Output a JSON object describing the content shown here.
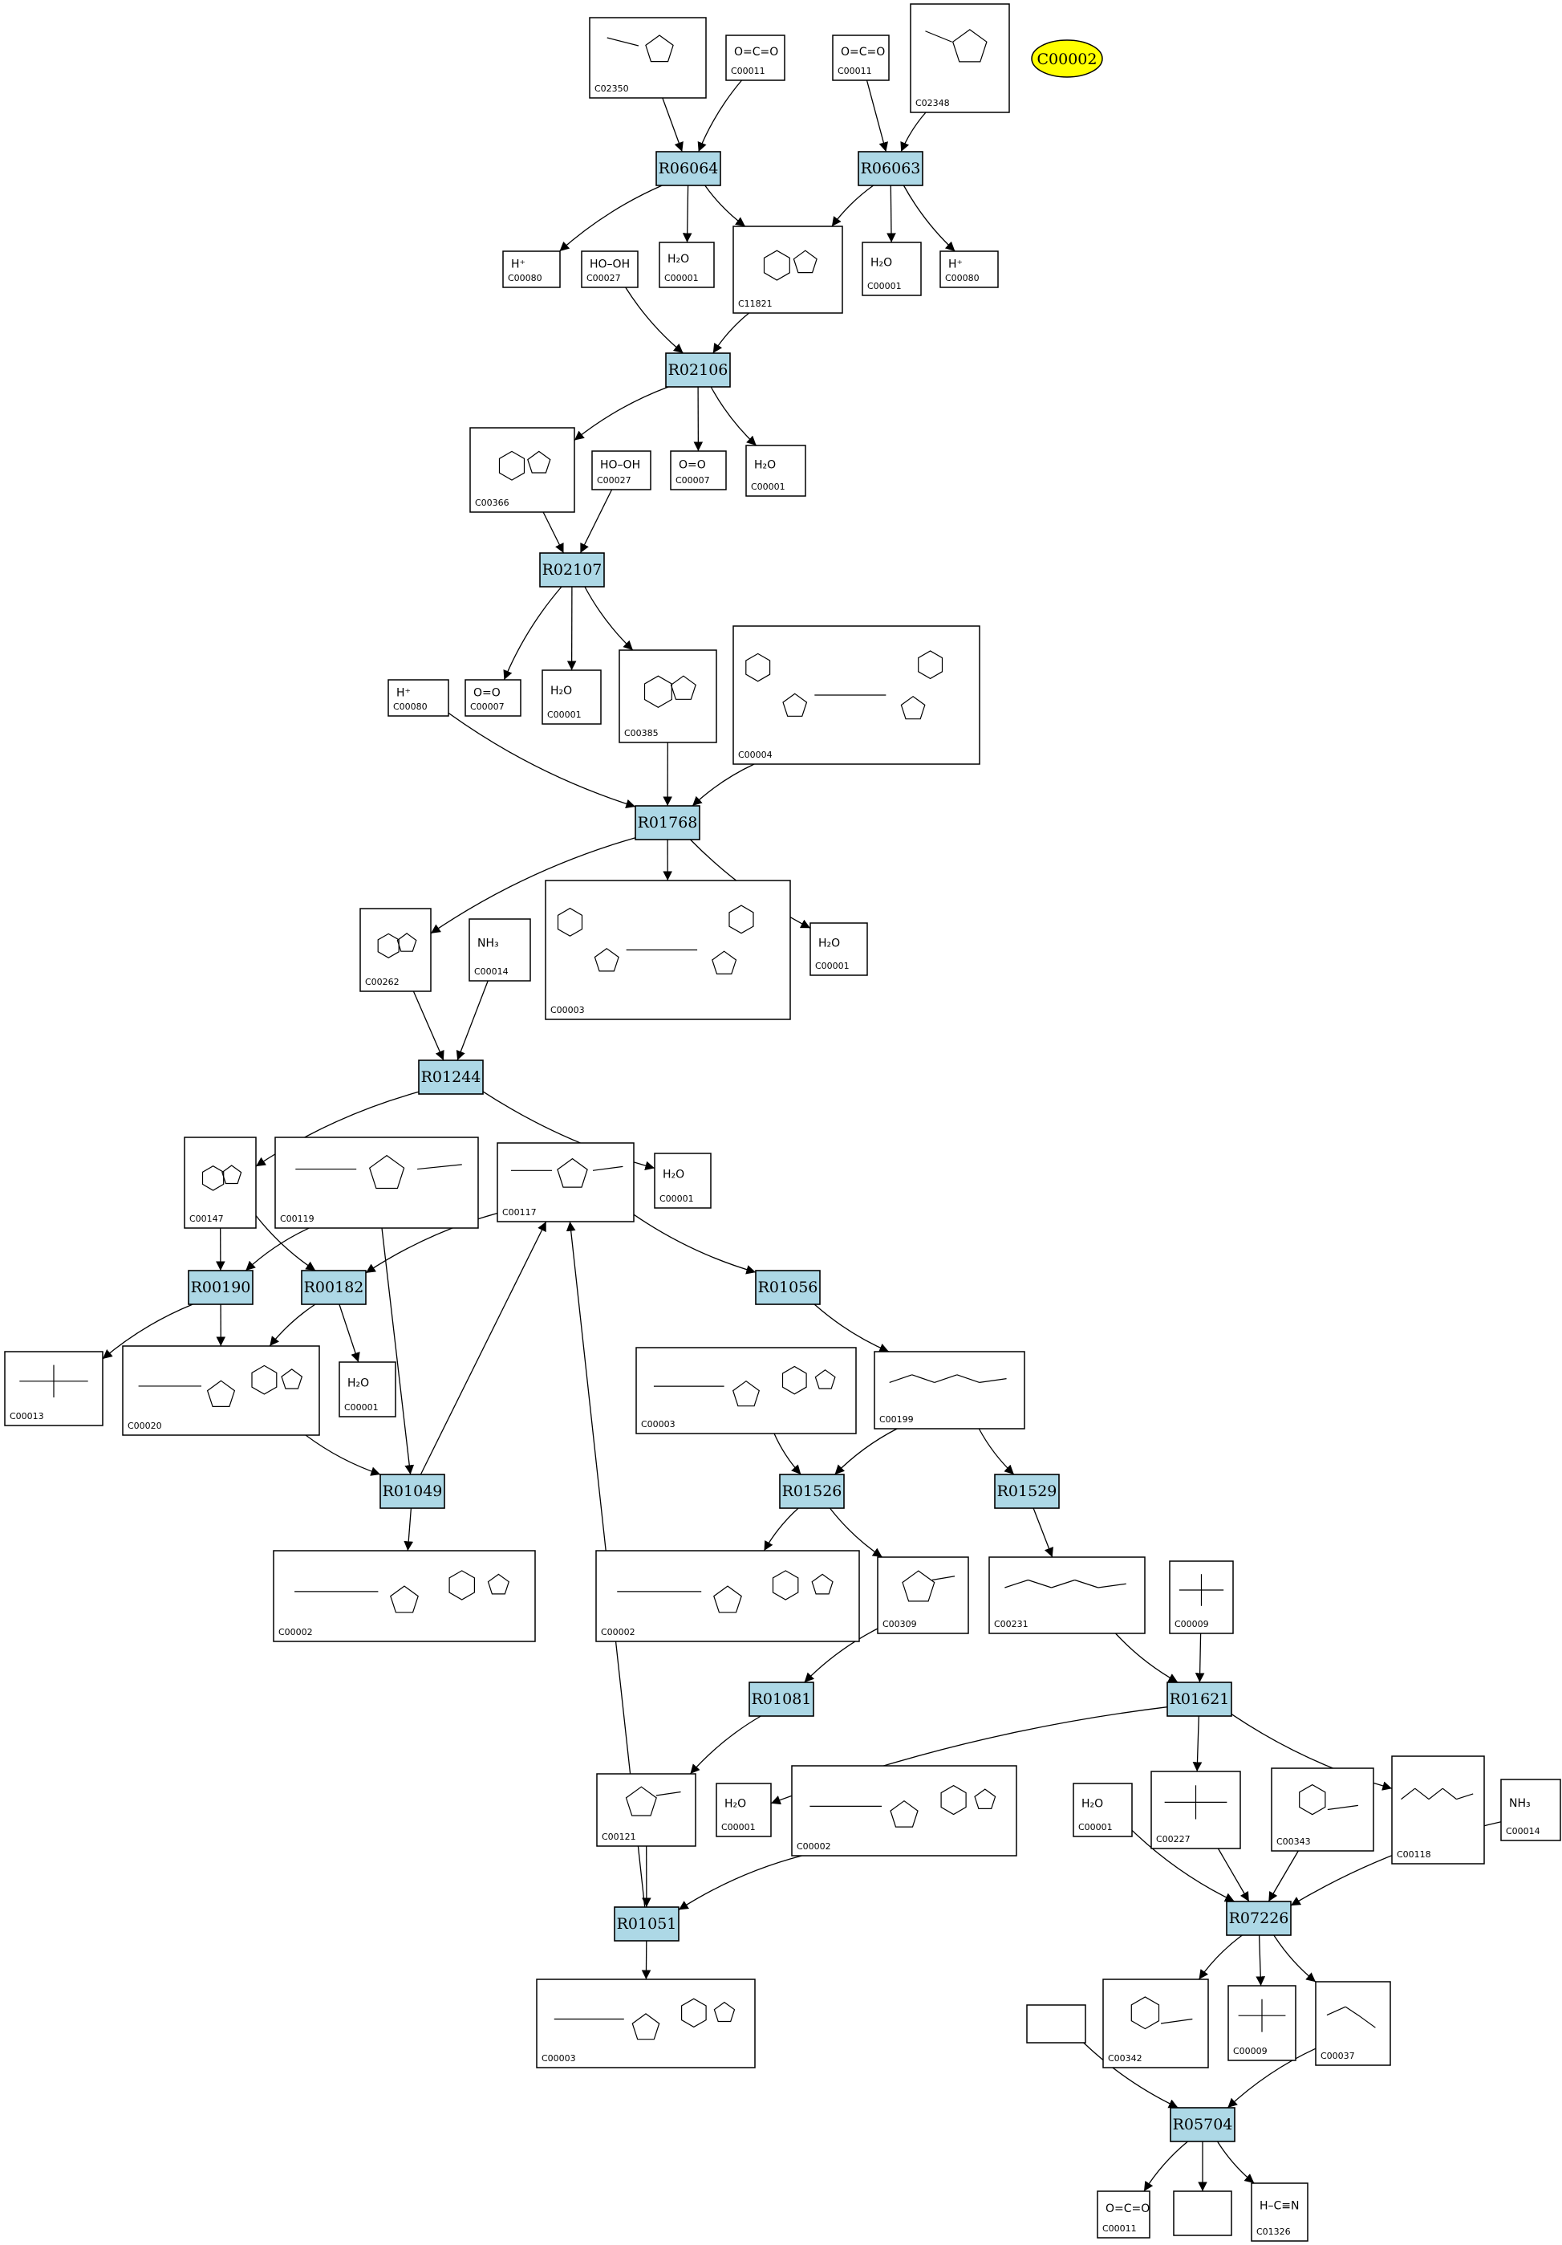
{
  "highlight": {
    "id": "C00002",
    "color": "#ffff00"
  },
  "reaction_color": "#add8e6",
  "reactions": [
    {
      "key": "r06064a",
      "id": "R06064"
    },
    {
      "key": "r06063",
      "id": "R06063"
    },
    {
      "key": "r02106",
      "id": "R02106"
    },
    {
      "key": "r02107",
      "id": "R02107"
    },
    {
      "key": "r01768",
      "id": "R01768"
    },
    {
      "key": "r01244",
      "id": "R01244"
    },
    {
      "key": "r00190",
      "id": "R00190"
    },
    {
      "key": "r00182",
      "id": "R00182"
    },
    {
      "key": "r01056",
      "id": "R01056"
    },
    {
      "key": "r01049",
      "id": "R01049"
    },
    {
      "key": "r01526",
      "id": "R01526"
    },
    {
      "key": "r01529",
      "id": "R01529"
    },
    {
      "key": "r01081",
      "id": "R01081"
    },
    {
      "key": "r01621",
      "id": "R01621"
    },
    {
      "key": "r01051",
      "id": "R01051"
    },
    {
      "key": "r07226",
      "id": "R07226"
    },
    {
      "key": "r05704",
      "id": "R05704"
    }
  ],
  "compounds": [
    {
      "key": "c02350",
      "id": "C02350",
      "structure": "allantoin"
    },
    {
      "key": "c00011a",
      "id": "C00011",
      "formula": "O=C=O"
    },
    {
      "key": "c00011b",
      "id": "C00011",
      "formula": "O=C=O"
    },
    {
      "key": "c02348",
      "id": "C02348",
      "structure": "allantoin"
    },
    {
      "key": "c00080a",
      "id": "C00080",
      "formula": "H⁺"
    },
    {
      "key": "c00027a",
      "id": "C00027",
      "formula": "HO–OH"
    },
    {
      "key": "c00001a",
      "id": "C00001",
      "formula": "H₂O"
    },
    {
      "key": "c11821",
      "id": "C11821",
      "structure": "purine"
    },
    {
      "key": "c00001b",
      "id": "C00001",
      "formula": "H₂O"
    },
    {
      "key": "c00080b",
      "id": "C00080",
      "formula": "H⁺"
    },
    {
      "key": "c00366",
      "id": "C00366",
      "structure": "purine"
    },
    {
      "key": "c00027b",
      "id": "C00027",
      "formula": "HO–OH"
    },
    {
      "key": "c00007a",
      "id": "C00007",
      "formula": "O=O"
    },
    {
      "key": "c00001c",
      "id": "C00001",
      "formula": "H₂O"
    },
    {
      "key": "c00080c",
      "id": "C00080",
      "formula": "H⁺"
    },
    {
      "key": "c00007b",
      "id": "C00007",
      "formula": "O=O"
    },
    {
      "key": "c00001d",
      "id": "C00001",
      "formula": "H₂O"
    },
    {
      "key": "c00385",
      "id": "C00385",
      "structure": "purine"
    },
    {
      "key": "c00004",
      "id": "C00004",
      "structure": "nad"
    },
    {
      "key": "c00262",
      "id": "C00262",
      "structure": "purine"
    },
    {
      "key": "c00014a",
      "id": "C00014",
      "formula": "NH₃"
    },
    {
      "key": "c00003a",
      "id": "C00003",
      "structure": "nad"
    },
    {
      "key": "c00001e",
      "id": "C00001",
      "formula": "H₂O"
    },
    {
      "key": "c00147",
      "id": "C00147",
      "structure": "purine"
    },
    {
      "key": "c00119",
      "id": "C00119",
      "structure": "ribose-phosphate"
    },
    {
      "key": "c00117",
      "id": "C00117",
      "structure": "ribose-phosphate"
    },
    {
      "key": "c00001f",
      "id": "C00001",
      "formula": "H₂O"
    },
    {
      "key": "c00013",
      "id": "C00013",
      "structure": "diphosphate"
    },
    {
      "key": "c00020",
      "id": "C00020",
      "structure": "nucleotide"
    },
    {
      "key": "c00001g",
      "id": "C00001",
      "formula": "H₂O"
    },
    {
      "key": "c00003b",
      "id": "C00003",
      "structure": "nucleotide"
    },
    {
      "key": "c00199",
      "id": "C00199",
      "structure": "sugar-phosphate"
    },
    {
      "key": "c00002a",
      "id": "C00002",
      "structure": "nucleotide"
    },
    {
      "key": "c00002b",
      "id": "C00002",
      "structure": "nucleotide"
    },
    {
      "key": "c00309",
      "id": "C00309",
      "structure": "ribose"
    },
    {
      "key": "c00231",
      "id": "C00231",
      "structure": "sugar-phosphate"
    },
    {
      "key": "c00009a",
      "id": "C00009",
      "structure": "phosphate"
    },
    {
      "key": "c00121",
      "id": "C00121",
      "structure": "ribose"
    },
    {
      "key": "c00001h",
      "id": "C00001",
      "formula": "H₂O"
    },
    {
      "key": "c00002c",
      "id": "C00002",
      "structure": "nucleotide"
    },
    {
      "key": "c00001i",
      "id": "C00001",
      "formula": "H₂O"
    },
    {
      "key": "c00227",
      "id": "C00227",
      "structure": "acetyl-phosphate"
    },
    {
      "key": "c00343",
      "id": "C00343",
      "structure": "thioredoxin"
    },
    {
      "key": "c00118",
      "id": "C00118",
      "structure": "sugar-phosphate"
    },
    {
      "key": "c00014b",
      "id": "C00014",
      "formula": "NH₃"
    },
    {
      "key": "c00003c",
      "id": "C00003",
      "structure": "nucleotide"
    },
    {
      "key": "blank1",
      "id": ""
    },
    {
      "key": "c00342",
      "id": "C00342",
      "structure": "thioredoxin"
    },
    {
      "key": "c00009b",
      "id": "C00009",
      "structure": "phosphate"
    },
    {
      "key": "c00037",
      "id": "C00037",
      "structure": "amino-acid"
    },
    {
      "key": "c00011c",
      "id": "C00011",
      "formula": "O=C=O"
    },
    {
      "key": "blank2",
      "id": ""
    },
    {
      "key": "c01326",
      "id": "C01326",
      "formula": "H–C≡N"
    }
  ],
  "edges": [
    [
      "c02350",
      "r06064a"
    ],
    [
      "c00011a",
      "r06064a"
    ],
    [
      "c00011b",
      "r06063"
    ],
    [
      "c02348",
      "r06063"
    ],
    [
      "r06064a",
      "c00080a"
    ],
    [
      "r06064a",
      "c00001a"
    ],
    [
      "r06064a",
      "c11821"
    ],
    [
      "r06063",
      "c11821"
    ],
    [
      "r06063",
      "c00001b"
    ],
    [
      "r06063",
      "c00080b"
    ],
    [
      "c00027a",
      "r02106"
    ],
    [
      "c11821",
      "r02106"
    ],
    [
      "r02106",
      "c00366"
    ],
    [
      "r02106",
      "c00007a"
    ],
    [
      "r02106",
      "c00001c"
    ],
    [
      "c00366",
      "r02107"
    ],
    [
      "c00027b",
      "r02107"
    ],
    [
      "r02107",
      "c00007b"
    ],
    [
      "r02107",
      "c00001d"
    ],
    [
      "r02107",
      "c00385"
    ],
    [
      "c00080c",
      "r01768"
    ],
    [
      "c00385",
      "r01768"
    ],
    [
      "c00004",
      "r01768"
    ],
    [
      "r01768",
      "c00262"
    ],
    [
      "r01768",
      "c00003a"
    ],
    [
      "r01768",
      "c00001e"
    ],
    [
      "c00262",
      "r01244"
    ],
    [
      "c00014a",
      "r01244"
    ],
    [
      "r01244",
      "c00147"
    ],
    [
      "r01244",
      "c00001f"
    ],
    [
      "c00147",
      "r00190"
    ],
    [
      "c00119",
      "r00190"
    ],
    [
      "c00147",
      "r00182"
    ],
    [
      "c00117",
      "r00182"
    ],
    [
      "r00190",
      "c00013"
    ],
    [
      "r00190",
      "c00020"
    ],
    [
      "r00182",
      "c00020"
    ],
    [
      "r00182",
      "c00001g"
    ],
    [
      "c00117",
      "r01056"
    ],
    [
      "c00020",
      "r01049"
    ],
    [
      "c00119",
      "r01049"
    ],
    [
      "r01049",
      "c00117"
    ],
    [
      "r01049",
      "c00002a"
    ],
    [
      "r01056",
      "c00199"
    ],
    [
      "c00003b",
      "r01526"
    ],
    [
      "c00199",
      "r01526"
    ],
    [
      "c00199",
      "r01529"
    ],
    [
      "r01526",
      "c00002b"
    ],
    [
      "r01526",
      "c00309"
    ],
    [
      "r01529",
      "c00231"
    ],
    [
      "c00309",
      "r01081"
    ],
    [
      "c00231",
      "r01621"
    ],
    [
      "c00009a",
      "r01621"
    ],
    [
      "r01081",
      "c00121"
    ],
    [
      "r01621",
      "c00001h"
    ],
    [
      "r01621",
      "c00227"
    ],
    [
      "r01621",
      "c00118"
    ],
    [
      "c00121",
      "r01051"
    ],
    [
      "c00002c",
      "r01051"
    ],
    [
      "r01051",
      "c00117"
    ],
    [
      "r01051",
      "c00003c"
    ],
    [
      "c00001i",
      "r07226"
    ],
    [
      "c00227",
      "r07226"
    ],
    [
      "c00343",
      "r07226"
    ],
    [
      "c00014b",
      "r07226"
    ],
    [
      "r07226",
      "c00342"
    ],
    [
      "r07226",
      "c00009b"
    ],
    [
      "r07226",
      "c00037"
    ],
    [
      "blank1",
      "r05704"
    ],
    [
      "c00037",
      "r05704"
    ],
    [
      "r05704",
      "c00011c"
    ],
    [
      "r05704",
      "blank2"
    ],
    [
      "r05704",
      "c01326"
    ]
  ]
}
